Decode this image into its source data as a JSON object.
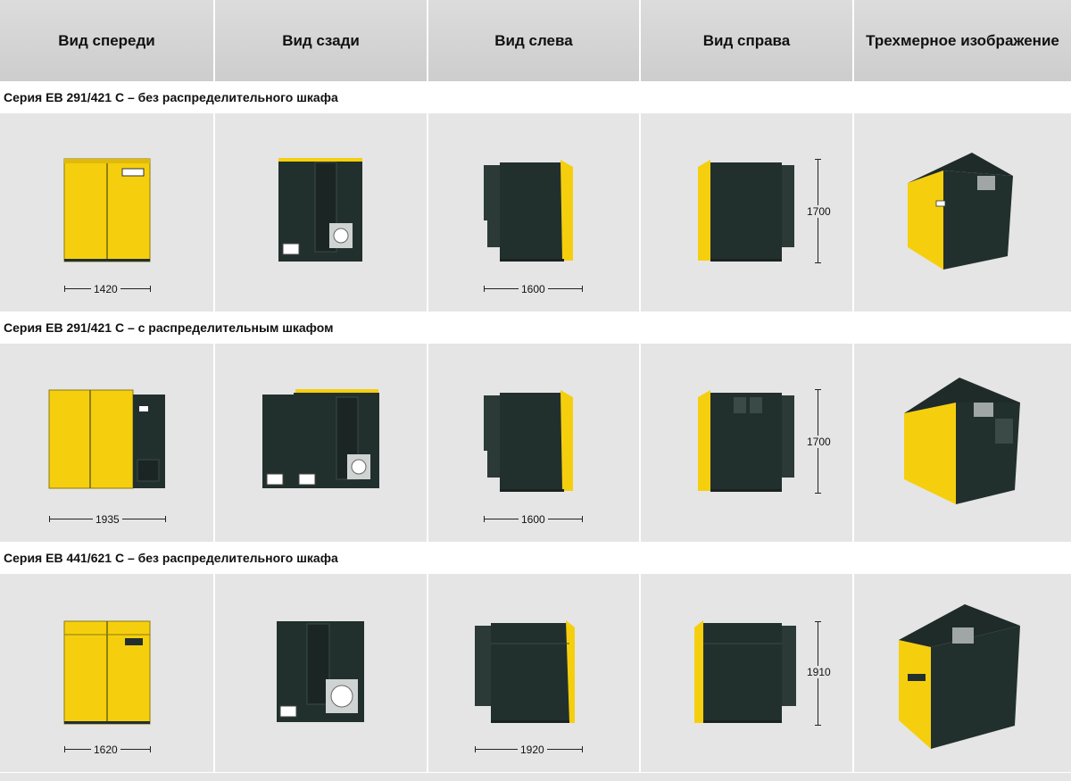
{
  "header": {
    "front": "Вид спереди",
    "back": "Вид сзади",
    "left": "Вид слева",
    "right": "Вид справа",
    "three_d": "Трехмерное изображение"
  },
  "series": [
    {
      "title": "Серия EB 291/421 C – без распределительного шкафа",
      "width_front": "1420",
      "depth": "1600",
      "height": "1700"
    },
    {
      "title": "Серия EB 291/421 C – с распределительным шкафом",
      "width_front": "1935",
      "depth": "1600",
      "height": "1700"
    },
    {
      "title": "Серия EB 441/621 C – без распределительного шкафа",
      "width_front": "1620",
      "depth": "1920",
      "height": "1910"
    }
  ],
  "colors": {
    "body": "#22302d",
    "accent": "#f5cf0e",
    "cell_bg": "#e5e5e5",
    "header_bg": "#d3d3d3"
  }
}
